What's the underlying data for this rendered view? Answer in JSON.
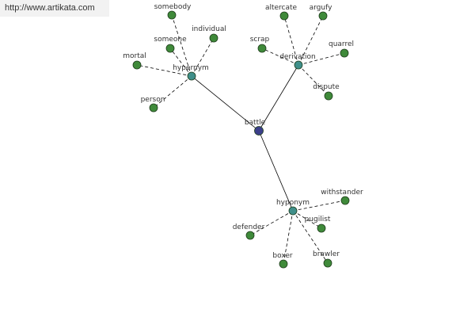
{
  "site": {
    "url": "http://www.artikata.com"
  },
  "colors": {
    "center": "#3b3f8a",
    "relation": "#3f8f8a",
    "word": "#3f8a3a",
    "edge": "#000000"
  },
  "graph": {
    "nodes": [
      {
        "id": "battle",
        "label": "battle",
        "kind": "center"
      },
      {
        "id": "hypernym",
        "label": "hypernym",
        "kind": "relation"
      },
      {
        "id": "derivation",
        "label": "derivation",
        "kind": "relation"
      },
      {
        "id": "hyponym",
        "label": "hyponym",
        "kind": "relation"
      },
      {
        "id": "somebody",
        "label": "somebody",
        "kind": "word"
      },
      {
        "id": "someone",
        "label": "someone",
        "kind": "word"
      },
      {
        "id": "individual",
        "label": "individual",
        "kind": "word"
      },
      {
        "id": "mortal",
        "label": "mortal",
        "kind": "word"
      },
      {
        "id": "person",
        "label": "person",
        "kind": "word"
      },
      {
        "id": "altercate",
        "label": "altercate",
        "kind": "word"
      },
      {
        "id": "argufy",
        "label": "argufy",
        "kind": "word"
      },
      {
        "id": "scrap",
        "label": "scrap",
        "kind": "word"
      },
      {
        "id": "quarrel",
        "label": "quarrel",
        "kind": "word"
      },
      {
        "id": "dispute",
        "label": "dispute",
        "kind": "word"
      },
      {
        "id": "withstander",
        "label": "withstander",
        "kind": "word"
      },
      {
        "id": "pugilist",
        "label": "pugilist",
        "kind": "word"
      },
      {
        "id": "defender",
        "label": "defender",
        "kind": "word"
      },
      {
        "id": "boxer",
        "label": "boxer",
        "kind": "word"
      },
      {
        "id": "brawler",
        "label": "brawler",
        "kind": "word"
      }
    ],
    "edges": [
      {
        "from": "battle",
        "to": "hypernym",
        "style": "solid"
      },
      {
        "from": "battle",
        "to": "derivation",
        "style": "solid"
      },
      {
        "from": "battle",
        "to": "hyponym",
        "style": "solid"
      },
      {
        "from": "hypernym",
        "to": "somebody",
        "style": "dashed"
      },
      {
        "from": "hypernym",
        "to": "someone",
        "style": "dashed"
      },
      {
        "from": "hypernym",
        "to": "individual",
        "style": "dashed"
      },
      {
        "from": "hypernym",
        "to": "mortal",
        "style": "dashed"
      },
      {
        "from": "hypernym",
        "to": "person",
        "style": "dashed"
      },
      {
        "from": "derivation",
        "to": "altercate",
        "style": "dashed"
      },
      {
        "from": "derivation",
        "to": "argufy",
        "style": "dashed"
      },
      {
        "from": "derivation",
        "to": "scrap",
        "style": "dashed"
      },
      {
        "from": "derivation",
        "to": "quarrel",
        "style": "dashed"
      },
      {
        "from": "derivation",
        "to": "dispute",
        "style": "dashed"
      },
      {
        "from": "hyponym",
        "to": "withstander",
        "style": "dashed"
      },
      {
        "from": "hyponym",
        "to": "pugilist",
        "style": "dashed"
      },
      {
        "from": "hyponym",
        "to": "defender",
        "style": "dashed"
      },
      {
        "from": "hyponym",
        "to": "boxer",
        "style": "dashed"
      },
      {
        "from": "hyponym",
        "to": "brawler",
        "style": "dashed"
      }
    ]
  }
}
